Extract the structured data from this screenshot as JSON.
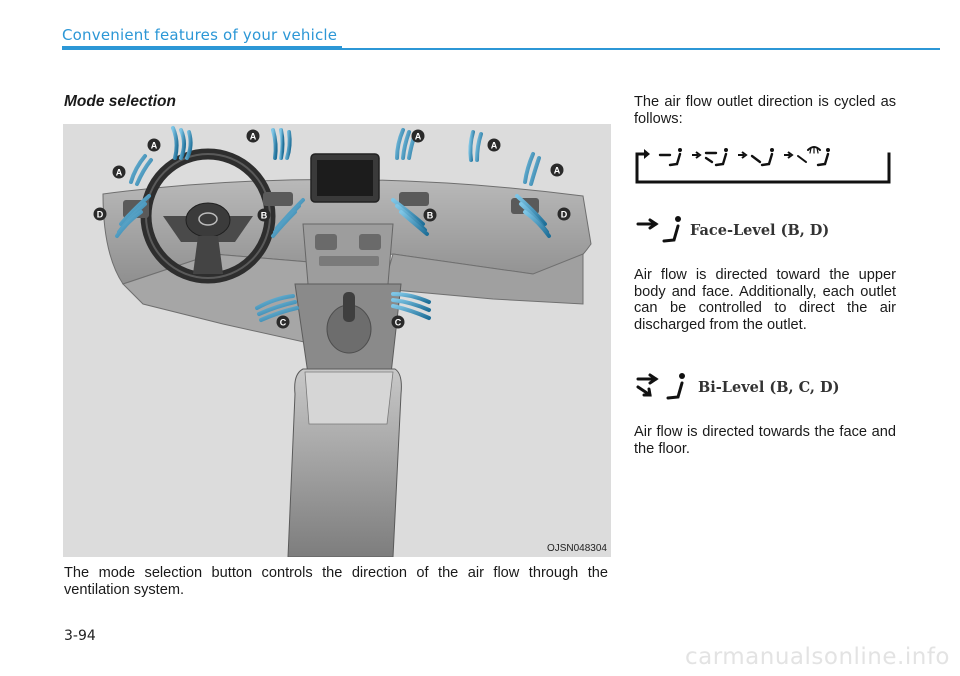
{
  "header": {
    "section_title": "Convenient features of your vehicle",
    "accent_color": "#2c97d6"
  },
  "left": {
    "heading": "Mode selection",
    "figure": {
      "code": "OJSN048304",
      "outlet_labels": [
        "A",
        "B",
        "C",
        "D"
      ]
    },
    "caption": "The mode selection button controls the direction of the air flow through the ventilation system."
  },
  "right": {
    "intro": "The air flow outlet direction is cycled as follows:",
    "cycle_icons": [
      "face-level-icon",
      "bi-level-icon",
      "floor-level-icon",
      "floor-defrost-icon"
    ],
    "modes": [
      {
        "icon": "face-level-icon",
        "label": "Face-Level (B, D)",
        "description": "Air flow is directed toward the upper body and face. Additionally, each outlet can be controlled to direct the air discharged from the outlet."
      },
      {
        "icon": "bi-level-icon",
        "label": "Bi-Level (B, C, D)",
        "description": "Air flow is directed towards the face and the floor."
      }
    ]
  },
  "footer": {
    "page_number": "3-94",
    "watermark": "carmanualsonline.info"
  }
}
